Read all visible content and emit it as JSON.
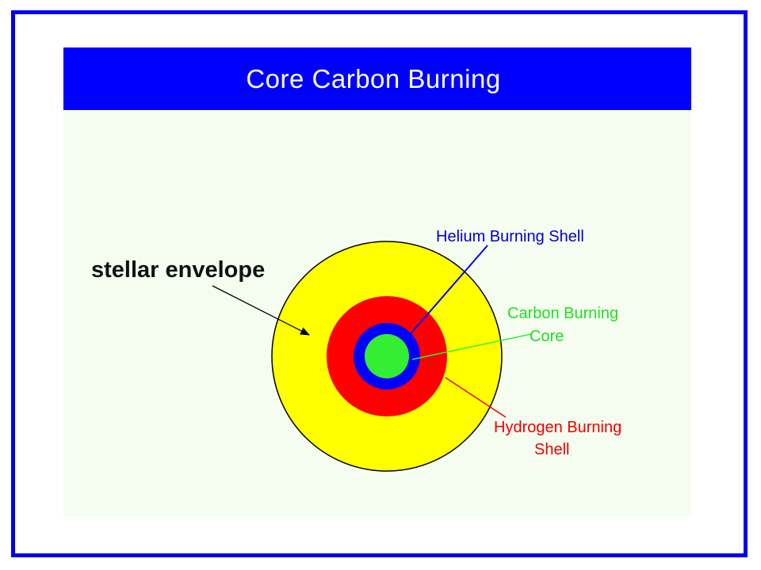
{
  "title": "Core Carbon Burning",
  "labels": {
    "envelope": "stellar envelope",
    "helium": "Helium Burning Shell",
    "carbon_line1": "Carbon Burning",
    "carbon_line2": "Core",
    "hydrogen_line1": "Hydrogen Burning",
    "hydrogen_line2": "Shell"
  },
  "colors": {
    "frame": "#0000ee",
    "title_bar": "#0000ff",
    "title_text": "#ffffff",
    "slide_background": "#f5fdf0",
    "envelope": "#ffff00",
    "hydrogen_shell": "#ff0000",
    "helium_shell": "#0000ff",
    "carbon_core": "#33ee33",
    "envelope_label": "#111111",
    "helium_label": "#0000cc",
    "carbon_label": "#22dd22",
    "hydrogen_label": "#ee0000"
  }
}
